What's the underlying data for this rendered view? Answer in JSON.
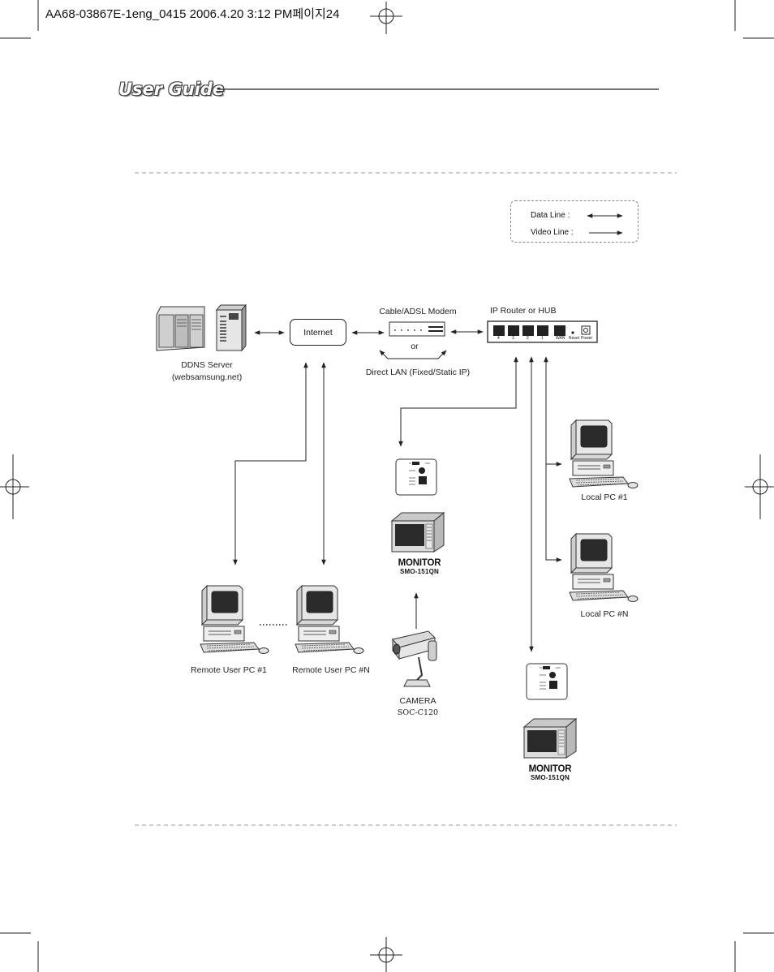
{
  "page": {
    "header_slug": "AA68-03867E-1eng_0415  2006.4.20 3:12 PM페이지24",
    "guide_title": "User Guide"
  },
  "legend": {
    "data_line": "Data Line :",
    "video_line": "Video Line :"
  },
  "diagram": {
    "ddns_server": "DDNS Server",
    "ddns_host": "(websamsung.net)",
    "internet": "Internet",
    "modem": "Cable/ADSL Modem",
    "or": "or",
    "direct_lan": "Direct LAN (Fixed/Static IP)",
    "router": "IP Router or HUB",
    "router_ports": [
      "4",
      "3",
      "2",
      "1",
      "WAN"
    ],
    "router_reset": "Reset",
    "router_power": "Power",
    "local_pc_1": "Local PC #1",
    "local_pc_n": "Local PC #N",
    "remote_pc_1": "Remote User PC #1",
    "remote_pc_n": "Remote User PC #N",
    "monitor_1": {
      "name": "MONITOR",
      "model": "SMO-151QN"
    },
    "monitor_2": {
      "name": "MONITOR",
      "model": "SMO-151QN"
    },
    "camera": {
      "name": "CAMERA",
      "model": "SOC-C120"
    }
  },
  "colors": {
    "line": "#222222",
    "dash": "#999999"
  }
}
